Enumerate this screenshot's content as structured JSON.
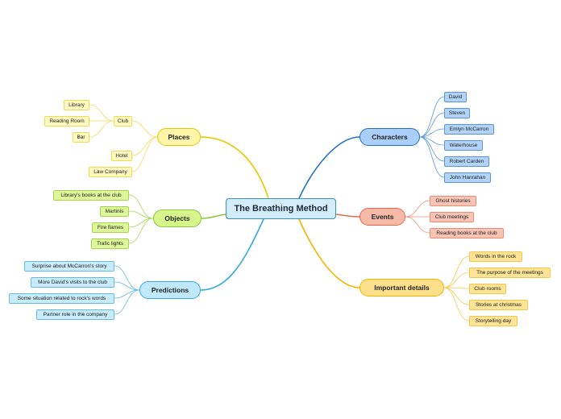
{
  "central": "The Breathing Method",
  "colors": {
    "places": "#e8c800",
    "objects": "#8cc63f",
    "predictions": "#34a9d8",
    "characters": "#1f6fc8",
    "events": "#e8674a",
    "important": "#f2b400"
  },
  "places": {
    "label": "Places",
    "club": "Club",
    "club_items": [
      "Library",
      "Reading Room",
      "Bar"
    ],
    "hotel": "Hotel",
    "law": "Law Company"
  },
  "objects": {
    "label": "Objects",
    "items": [
      "Library's books at the club",
      "Martinis",
      "Fire flames",
      "Trafic lights"
    ]
  },
  "predictions": {
    "label": "Predictions",
    "items": [
      "Surprise about McCarron's story",
      "More David's visits to the club",
      "Some situation related to rock's words",
      "Partner role in the company"
    ]
  },
  "characters": {
    "label": "Characters",
    "items": [
      "David",
      "Steven",
      "Emlyn McCarron",
      "Waterhouse",
      "Robert Carden",
      "John Hanrahan"
    ]
  },
  "events": {
    "label": "Events",
    "items": [
      "Ghost histories",
      "Club meetings",
      "Reading books at the club"
    ]
  },
  "important": {
    "label": "Important details",
    "items": [
      "Words in the rock",
      "The purpose of the meetings",
      "Club rooms",
      "Stories at christmas",
      "Storytelling day"
    ]
  }
}
